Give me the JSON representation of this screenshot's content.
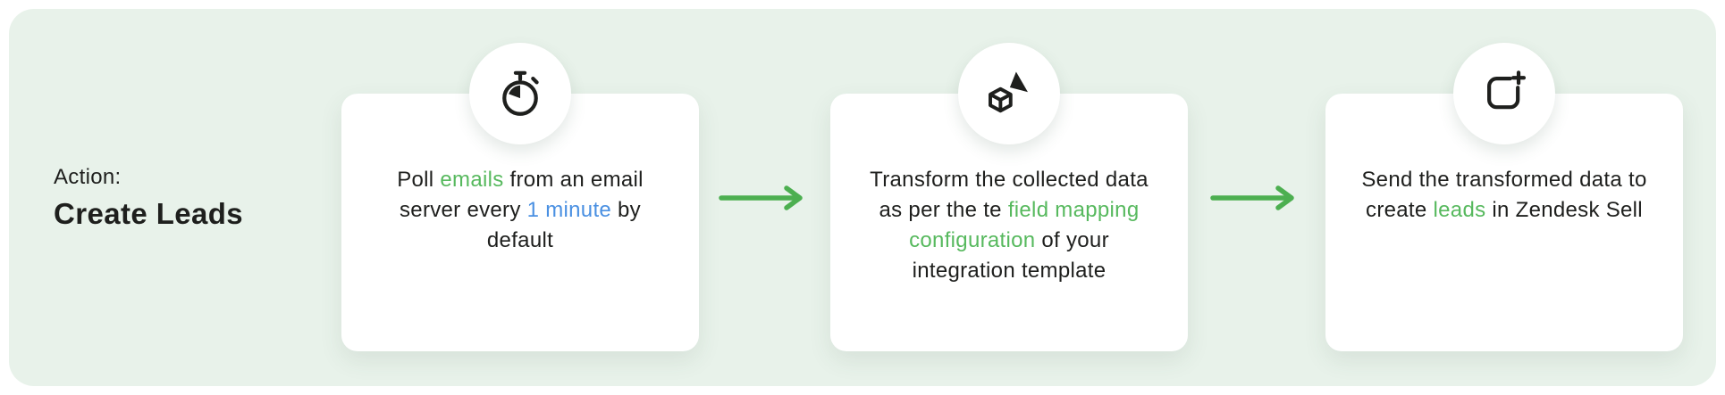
{
  "colors": {
    "panel_bg": "#e8f2ea",
    "ink": "#1e1f1d",
    "accent_green": "#4caf50",
    "text_green": "#57b95e",
    "text_blue": "#4a90e2"
  },
  "action": {
    "label": "Action:",
    "title": "Create Leads"
  },
  "flow": {
    "steps": [
      {
        "icon": "stopwatch-icon",
        "segments": {
          "s0": "Poll ",
          "s1": "emails",
          "s2": " from an email server every ",
          "s3": "1 minute",
          "s4": " by default"
        }
      },
      {
        "icon": "transform-icon",
        "segments": {
          "s0": "Transform the collected data as per the te ",
          "s1": "field mapping configuration",
          "s2": " of your integration template"
        }
      },
      {
        "icon": "add-leads-icon",
        "segments": {
          "s0": "Send the transformed data to create ",
          "s1": "leads",
          "s2": " in Zendesk Sell"
        }
      }
    ]
  }
}
